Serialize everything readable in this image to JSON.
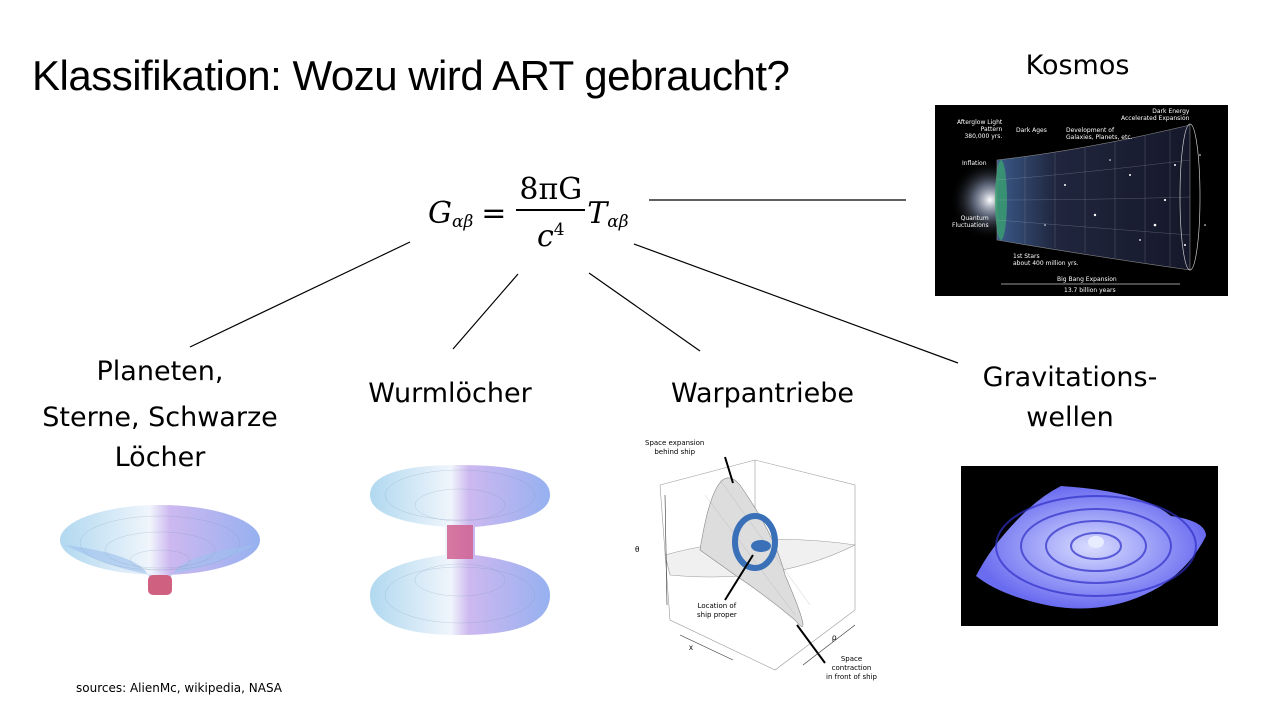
{
  "slide": {
    "title": "Klassifikation: Wozu wird ART gebraucht?",
    "equation": {
      "lhs": "G",
      "lhs_sub": "αβ",
      "equals": "=",
      "numerator": "8πG",
      "denominator": "c",
      "denominator_sup": "4",
      "rhs": "T",
      "rhs_sub": "αβ"
    },
    "categories": [
      {
        "id": "kosmos",
        "label": "Kosmos"
      },
      {
        "id": "planeten",
        "label_lines": [
          "Planeten,",
          "Sterne, Schwarze",
          "Löcher"
        ]
      },
      {
        "id": "wurmloecher",
        "label": "Wurmlöcher"
      },
      {
        "id": "warpantriebe",
        "label": "Warpantriebe"
      },
      {
        "id": "gravitationswellen",
        "label_lines": [
          "Gravitations-",
          "wellen"
        ]
      }
    ],
    "cosmos_image": {
      "labels": {
        "afterglow": [
          "Afterglow Light",
          "Pattern",
          "380,000 yrs."
        ],
        "dark_ages": "Dark Ages",
        "development": [
          "Development of",
          "Galaxies, Planets, etc."
        ],
        "dark_energy": [
          "Dark Energy",
          "Accelerated Expansion"
        ],
        "inflation": "Inflation",
        "quantum": [
          "Quantum",
          "Fluctuations"
        ],
        "first_stars": [
          "1st Stars",
          "about 400 million yrs."
        ],
        "big_bang": "Big Bang Expansion",
        "age": "13.7 billion years"
      }
    },
    "warp_image": {
      "labels": {
        "expansion": [
          "Space expansion",
          "behind ship"
        ],
        "location": [
          "Location of",
          "ship proper"
        ],
        "contraction": [
          "Space contraction",
          "in front of ship"
        ],
        "theta": "θ",
        "x": "x",
        "rho": "ρ"
      }
    },
    "sources": "sources:  AlienMc, wikipedia, NASA"
  }
}
